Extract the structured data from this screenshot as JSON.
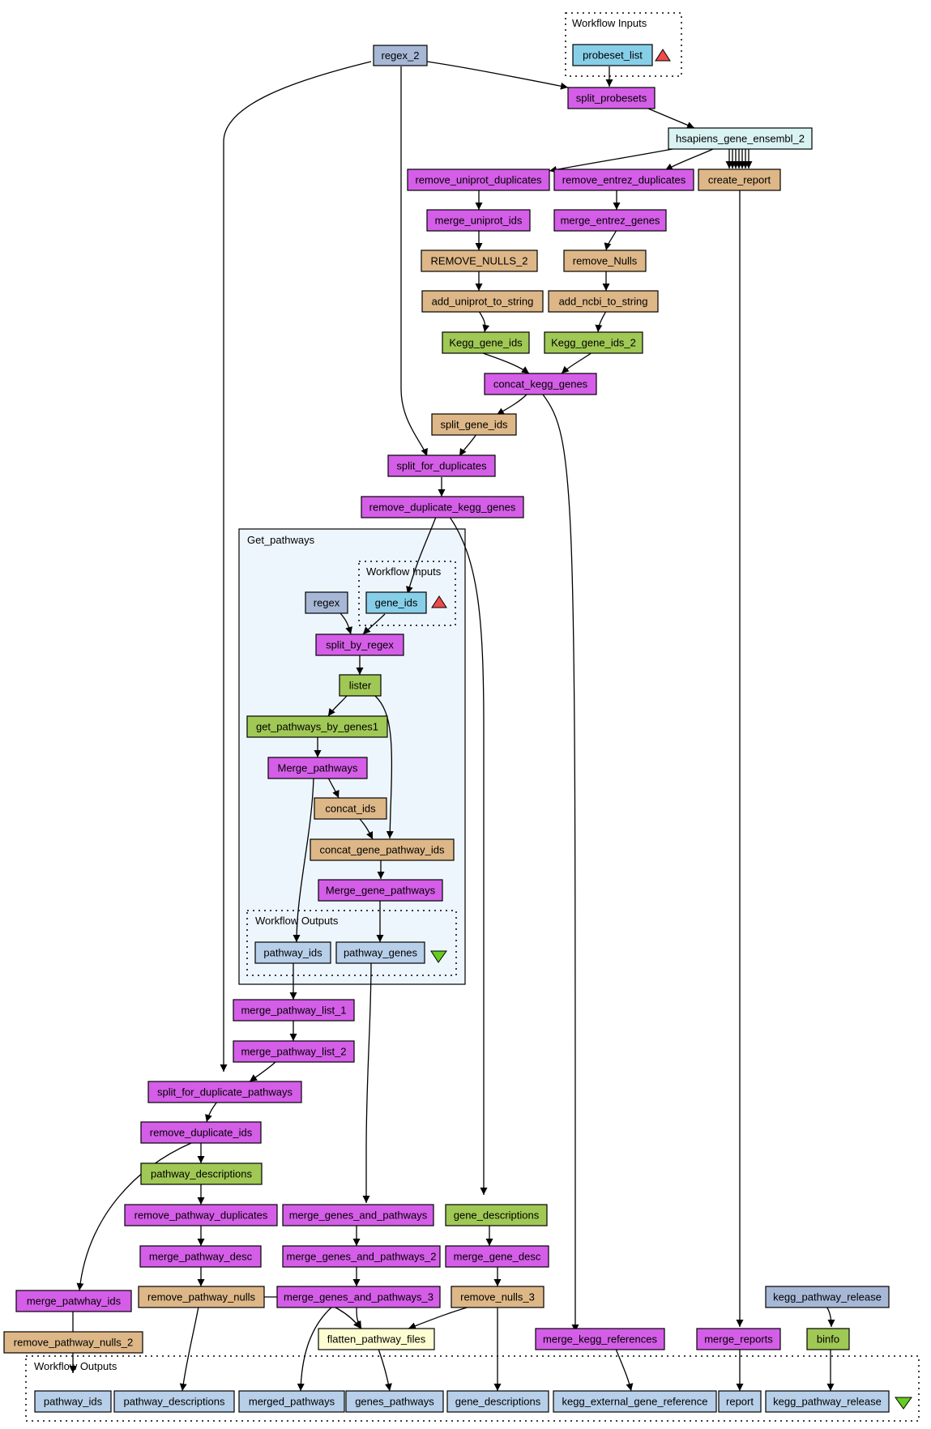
{
  "colors": {
    "beanshell": "#d45ee7",
    "localworker": "#ddb787",
    "wsdl": "#a0c855",
    "input_port": "#87cfe8",
    "output_port": "#b8cfe9",
    "constant": "#a7b8d6",
    "biomart": "#d9f2f2",
    "flatten": "#fdfdd1",
    "cluster_bg": "#eef6fd",
    "input_triangle": "#ee4b4b",
    "output_triangle": "#66cc22"
  },
  "clusters": {
    "workflow_inputs_top": "Workflow Inputs",
    "get_pathways": "Get_pathways",
    "workflow_inputs_inner": "Workflow Inputs",
    "workflow_outputs_inner": "Workflow Outputs",
    "workflow_outputs_bottom": "Workflow Outputs"
  },
  "nodes": {
    "probeset_list": "probeset_list",
    "regex_2": "regex_2",
    "split_probesets": "split_probesets",
    "hsapiens_gene_ensembl_2": "hsapiens_gene_ensembl_2",
    "remove_uniprot_duplicates": "remove_uniprot_duplicates",
    "remove_entrez_duplicates": "remove_entrez_duplicates",
    "create_report": "create_report",
    "merge_uniprot_ids": "merge_uniprot_ids",
    "merge_entrez_genes": "merge_entrez_genes",
    "REMOVE_NULLS_2": "REMOVE_NULLS_2",
    "remove_Nulls": "remove_Nulls",
    "add_uniprot_to_string": "add_uniprot_to_string",
    "add_ncbi_to_string": "add_ncbi_to_string",
    "Kegg_gene_ids": "Kegg_gene_ids",
    "Kegg_gene_ids_2": "Kegg_gene_ids_2",
    "concat_kegg_genes": "concat_kegg_genes",
    "split_gene_ids": "split_gene_ids",
    "split_for_duplicates": "split_for_duplicates",
    "remove_duplicate_kegg_genes": "remove_duplicate_kegg_genes",
    "regex": "regex",
    "gene_ids": "gene_ids",
    "split_by_regex": "split_by_regex",
    "lister": "lister",
    "get_pathways_by_genes1": "get_pathways_by_genes1",
    "Merge_pathways": "Merge_pathways",
    "concat_ids": "concat_ids",
    "concat_gene_pathway_ids": "concat_gene_pathway_ids",
    "Merge_gene_pathways": "Merge_gene_pathways",
    "pathway_ids_inner": "pathway_ids",
    "pathway_genes": "pathway_genes",
    "merge_pathway_list_1": "merge_pathway_list_1",
    "merge_pathway_list_2": "merge_pathway_list_2",
    "split_for_duplicate_pathways": "split_for_duplicate_pathways",
    "remove_duplicate_ids": "remove_duplicate_ids",
    "pathway_descriptions_proc": "pathway_descriptions",
    "remove_pathway_duplicates": "remove_pathway_duplicates",
    "merge_pathway_desc": "merge_pathway_desc",
    "merge_patwhay_ids": "merge_patwhay_ids",
    "remove_pathway_nulls": "remove_pathway_nulls",
    "remove_pathway_nulls_2": "remove_pathway_nulls_2",
    "merge_genes_and_pathways": "merge_genes_and_pathways",
    "merge_genes_and_pathways_2": "merge_genes_and_pathways_2",
    "merge_genes_and_pathways_3": "merge_genes_and_pathways_3",
    "gene_descriptions_proc": "gene_descriptions",
    "merge_gene_desc": "merge_gene_desc",
    "remove_nulls_3": "remove_nulls_3",
    "flatten_pathway_files": "flatten_pathway_files",
    "merge_kegg_references": "merge_kegg_references",
    "merge_reports": "merge_reports",
    "kegg_pathway_release_const": "kegg_pathway_release",
    "binfo": "binfo",
    "out_pathway_ids": "pathway_ids",
    "out_pathway_descriptions": "pathway_descriptions",
    "out_merged_pathways": "merged_pathways",
    "out_genes_pathways": "genes_pathways",
    "out_gene_descriptions": "gene_descriptions",
    "out_kegg_external_gene_reference": "kegg_external_gene_reference",
    "out_report": "report",
    "out_kegg_pathway_release": "kegg_pathway_release"
  }
}
